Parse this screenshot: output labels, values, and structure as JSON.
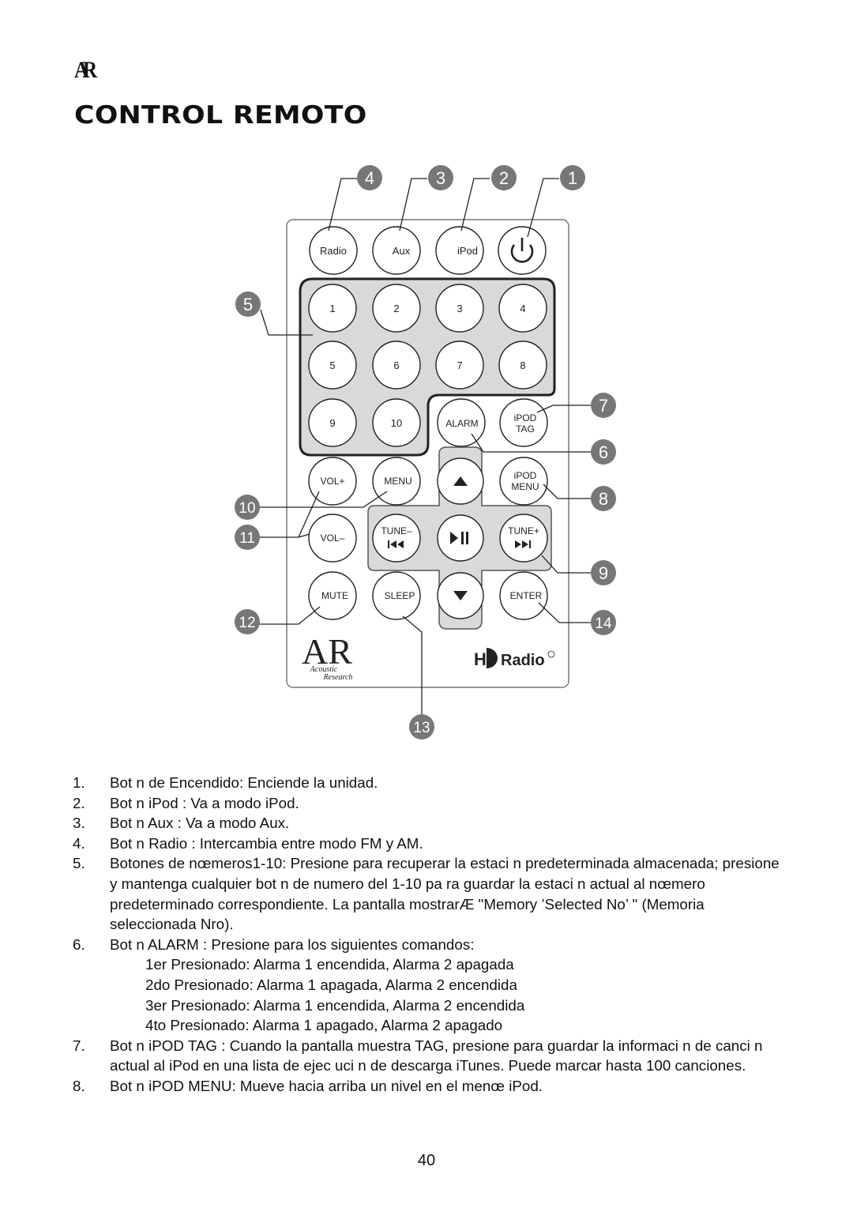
{
  "header": {
    "logo": "AR",
    "title": "CONTROL REMOTO"
  },
  "remote": {
    "buttons": {
      "radio": "Radio",
      "aux": "Aux",
      "ipod": "iPod",
      "n1": "1",
      "n2": "2",
      "n3": "3",
      "n4": "4",
      "n5": "5",
      "n6": "6",
      "n7": "7",
      "n8": "8",
      "n9": "9",
      "n10": "10",
      "alarm": "ALARM",
      "ipod_tag_1": "iPOD",
      "ipod_tag_2": "TAG",
      "vol_plus": "VOL+",
      "menu": "MENU",
      "ipod_menu_1": "iPOD",
      "ipod_menu_2": "MENU",
      "vol_minus": "VOL–",
      "tune_minus": "TUNE–",
      "tune_plus": "TUNE+",
      "mute": "MUTE",
      "sleep": "SLEEP",
      "enter": "ENTER"
    },
    "brand_logo": "AR",
    "brand_sub_1": "Acoustic",
    "brand_sub_2": "Research",
    "hd_radio": "Radio",
    "callouts": [
      "1",
      "2",
      "3",
      "4",
      "5",
      "6",
      "7",
      "8",
      "9",
      "10",
      "11",
      "12",
      "13",
      "14"
    ]
  },
  "list": {
    "i1": {
      "num": "1.",
      "text": "Bot n de Encendido: Enciende la unidad."
    },
    "i2": {
      "num": "2.",
      "text": "Bot n  iPod : Va a modo iPod."
    },
    "i3": {
      "num": "3.",
      "text": "Bot n  Aux : Va a modo Aux."
    },
    "i4": {
      "num": "4.",
      "text": "Bot n  Radio : Intercambia entre modo FM y AM."
    },
    "i5": {
      "num": "5.",
      "text": "Botones de nœmeros1-10: Presione para recuperar la estaci n predeterminada almacenada; presione y mantenga cualquier bot n de numero del 1-10 pa ra guardar la estaci n actual al nœmero predeterminado correspondiente. La pantalla mostrarÆ  \"Memory ’Selected No’ \" (Memoria seleccionada Nro)."
    },
    "i6": {
      "num": "6.",
      "text": "Bot n  ALARM : Presione para los siguientes comandos:"
    },
    "i6a": "1er Presionado: Alarma 1 encendida, Alarma 2 apagada",
    "i6b": "2do Presionado: Alarma 1 apagada, Alarma 2 encendida",
    "i6c": "3er Presionado: Alarma 1 encendida, Alarma 2 encendida",
    "i6d": "4to Presionado: Alarma 1 apagado, Alarma 2 apagado",
    "i7": {
      "num": "7.",
      "text": "Bot n  iPOD TAG : Cuando la pantalla muestra TAG, presione para guardar la informaci n de canci n actual al iPod en una lista de ejec uci n de descarga iTunes. Puede marcar hasta 100 canciones."
    },
    "i8": {
      "num": "8.",
      "text": "Bot n  iPOD MENU: Mueve hacia arriba un nivel en el menœ iPod."
    }
  },
  "page_number": "40"
}
